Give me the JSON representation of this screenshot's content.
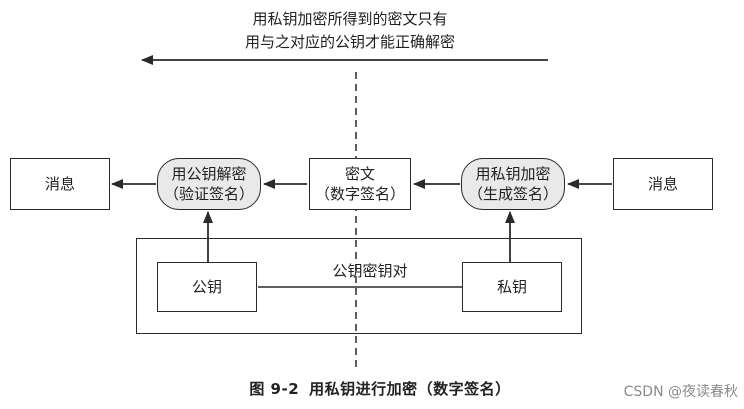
{
  "top_note": {
    "line1": "用私钥加密所得到的密文只有",
    "line2": "用与之对应的公钥才能正确解密"
  },
  "nodes": {
    "message_left": "消息",
    "public_key_decrypt": {
      "line1": "用公钥解密",
      "line2": "（验证签名）"
    },
    "ciphertext": {
      "line1": "密文",
      "line2": "（数字签名）"
    },
    "private_key_encrypt": {
      "line1": "用私钥加密",
      "line2": "（生成签名）"
    },
    "message_right": "消息",
    "public_key": "公钥",
    "private_key": "私钥",
    "key_pair_label": "公钥密钥对"
  },
  "caption": {
    "figure_no": "图 9-2",
    "title": "用私钥进行加密（数字签名）"
  },
  "watermark": "CSDN @夜读春秋"
}
